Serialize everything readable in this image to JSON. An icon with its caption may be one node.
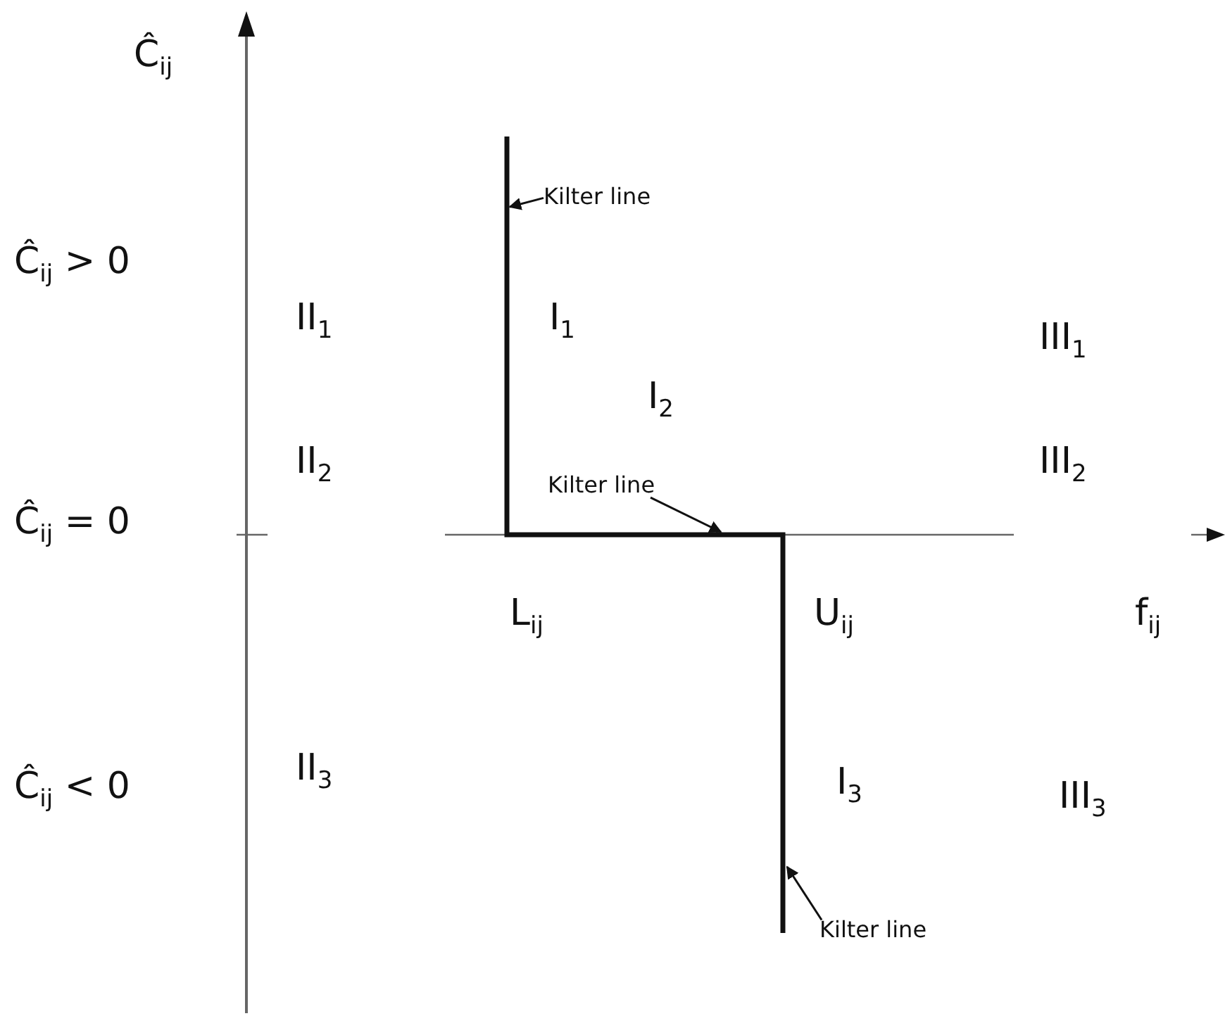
{
  "diagram": {
    "nodes": [
      {
        "text": [
          "Kilter line"
        ]
      },
      {
        "text": [
          "Kilter line"
        ]
      },
      {
        "text": [
          "Kilter line"
        ]
      }
    ],
    "edges": [
      {
        "from": 0,
        "to": null,
        "arrow": "to"
      },
      {
        "from": 1,
        "to": null,
        "arrow": "to"
      },
      {
        "from": 2,
        "to": null,
        "arrow": "to"
      }
    ],
    "labels": [
      "Ĉ$_{ij}$",
      "Ĉ$_{ij}$ > 0",
      "II$_{1}$",
      "I$_{1}$",
      "III$_{1}$",
      "I$_{2}$",
      "II$_{2}$",
      "III$_{2}$",
      "Ĉ$_{ij}$ = 0",
      "L$_{ij}$",
      "U$_{ij}$",
      "f$_{ij}$",
      "II$_{3}$",
      "Ĉ$_{ij}$ < 0",
      "I$_{3}$",
      "III$_{3}$"
    ]
  }
}
